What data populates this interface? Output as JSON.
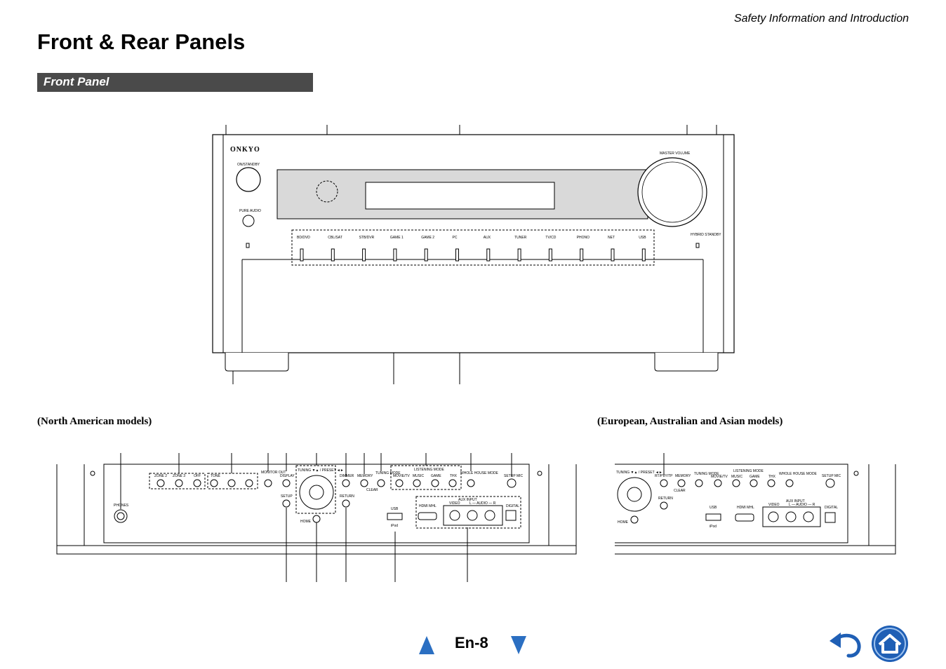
{
  "header": {
    "section_title": "Safety Information and Introduction"
  },
  "page_title": "Front & Rear Panels",
  "section": {
    "label": "Front Panel"
  },
  "front_panel": {
    "brand": "ONKYO",
    "on_standby_label": "ON/STANDBY",
    "pure_audio_label": "PURE AUDIO",
    "master_volume_label": "MASTER VOLUME",
    "hybrid_standby_label": "HYBRID STANDBY",
    "input_selectors": [
      "BD/DVD",
      "CBL/SAT",
      "STB/DVR",
      "GAME 1",
      "GAME 2",
      "PC",
      "AUX",
      "TUNER",
      "TV/CD",
      "PHONO",
      "NET",
      "USB"
    ]
  },
  "captions": {
    "north_american": "(North American models)",
    "european": "(European, Australian and Asian models)"
  },
  "na_panel": {
    "phones": "PHONES",
    "zone2": "ZONE 2",
    "zone3": "ZONE 3",
    "off": "OFF",
    "tone": "TONE",
    "monitor_out": "MONITOR OUT",
    "display": "DISPLAY",
    "setup": "SETUP",
    "tuning_preset": "TUNING ▼▲ / PRESET ◄►",
    "home": "HOME",
    "dimmer": "DIMMER",
    "return": "RETURN",
    "memory": "MEMORY",
    "tuning_mode": "TUNING MODE",
    "clear": "CLEAR",
    "listening_mode": "LISTENING MODE",
    "movie_tv": "MOVIE/TV",
    "music": "MUSIC",
    "game": "GAME",
    "thx": "THX",
    "whole_house_mode": "WHOLE HOUSE MODE",
    "setup_mic": "SETUP MIC",
    "usb": "USB",
    "ipod": "iPod",
    "hdmi": "HDMI MHL",
    "aux_input": "AUX INPUT",
    "video": "VIDEO",
    "audio": "L — AUDIO — R",
    "digital": "DIGITAL"
  },
  "eu_panel": {
    "tuning_preset": "TUNING ▼▲ / PRESET ◄►",
    "home": "HOME",
    "rt_pty_tp": "RT/PTY/TP",
    "memory": "MEMORY",
    "tuning_mode": "TUNING MODE",
    "clear": "CLEAR",
    "return": "RETURN",
    "listening_mode": "LISTENING MODE",
    "movie_tv": "MOVIE/TV",
    "music": "MUSIC",
    "game": "GAME",
    "thx": "THX",
    "whole_house_mode": "WHOLE HOUSE MODE",
    "setup_mic": "SETUP MIC",
    "usb": "USB",
    "ipod": "iPod",
    "hdmi": "HDMI MHL",
    "aux_input": "AUX INPUT",
    "video": "VIDEO",
    "audio": "L — AUDIO — R",
    "digital": "DIGITAL"
  },
  "footer": {
    "page_number": "En-8"
  },
  "colors": {
    "accent_blue": "#2b6fc2",
    "home_blue": "#1f5fb5",
    "section_bar": "#4a4a4a"
  }
}
